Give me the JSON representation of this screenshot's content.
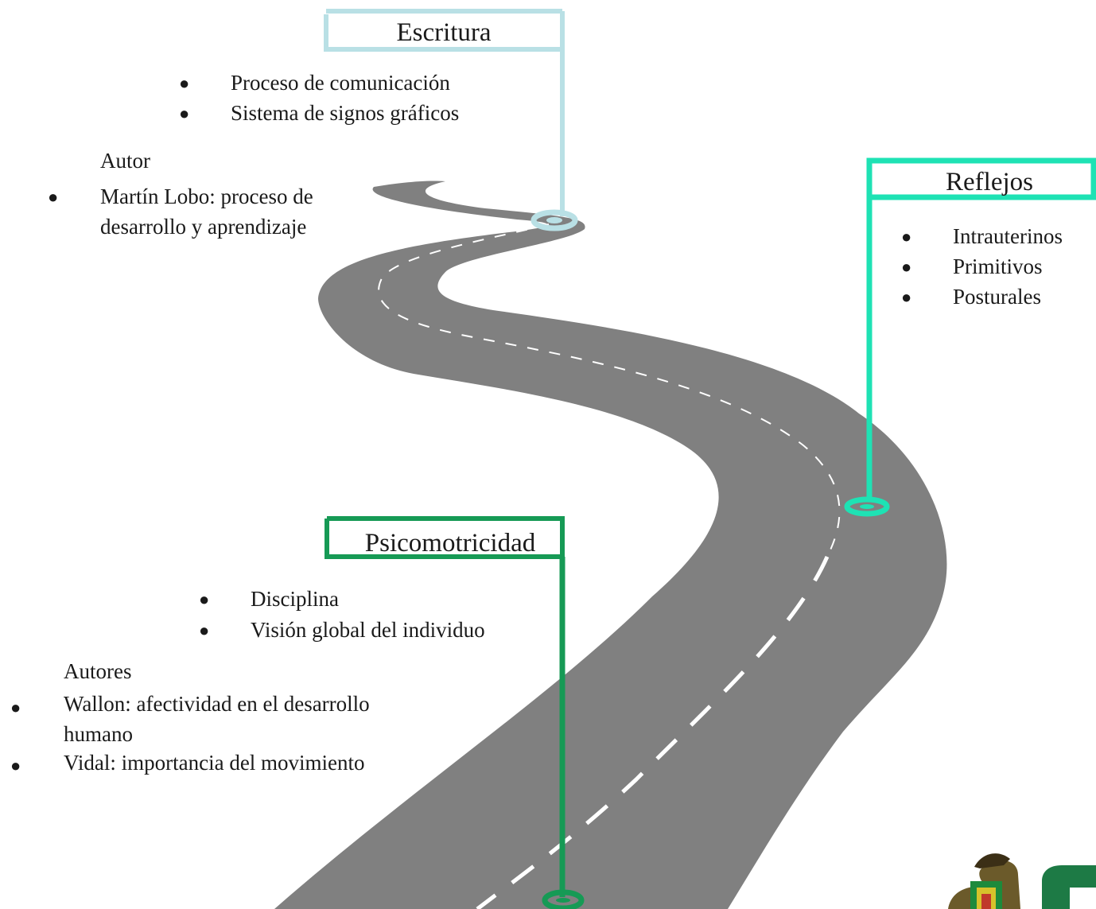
{
  "milestones": {
    "escritura": {
      "title": "Escritura",
      "bullets": [
        "Proceso de comunicación",
        "Sistema de signos gráficos"
      ],
      "authors_heading": "Autor",
      "authors": [
        "Martín Lobo: proceso de desarrollo y aprendizaje"
      ]
    },
    "reflejos": {
      "title": "Reflejos",
      "bullets": [
        "Intrauterinos",
        "Primitivos",
        "Posturales"
      ]
    },
    "psicomotricidad": {
      "title": "Psicomotricidad",
      "bullets": [
        "Disciplina",
        "Visión global del individuo"
      ],
      "authors_heading": "Autores",
      "authors": [
        "Wallon: afectividad en el desarrollo humano",
        "Vidal: importancia del movimiento"
      ]
    }
  },
  "bullet_glyph": "●",
  "colors": {
    "road": "#808080",
    "road_dash": "#ffffff",
    "escritura": "#b9e0e5",
    "reflejos": "#1ee2b4",
    "psicomotricidad": "#169a55",
    "text": "#1a1a1a"
  }
}
